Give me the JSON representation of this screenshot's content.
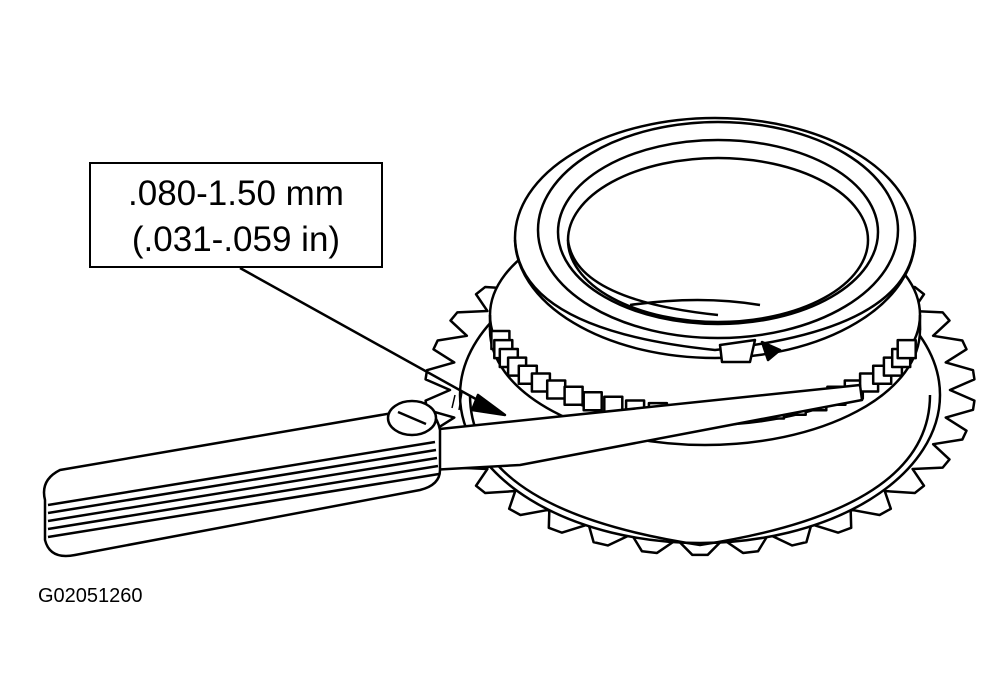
{
  "callout": {
    "line1": ".080-1.50 mm",
    "line2": "(.031-.059 in)"
  },
  "figure_id": "G02051260",
  "colors": {
    "ink": "#000000",
    "paper": "#ffffff"
  }
}
